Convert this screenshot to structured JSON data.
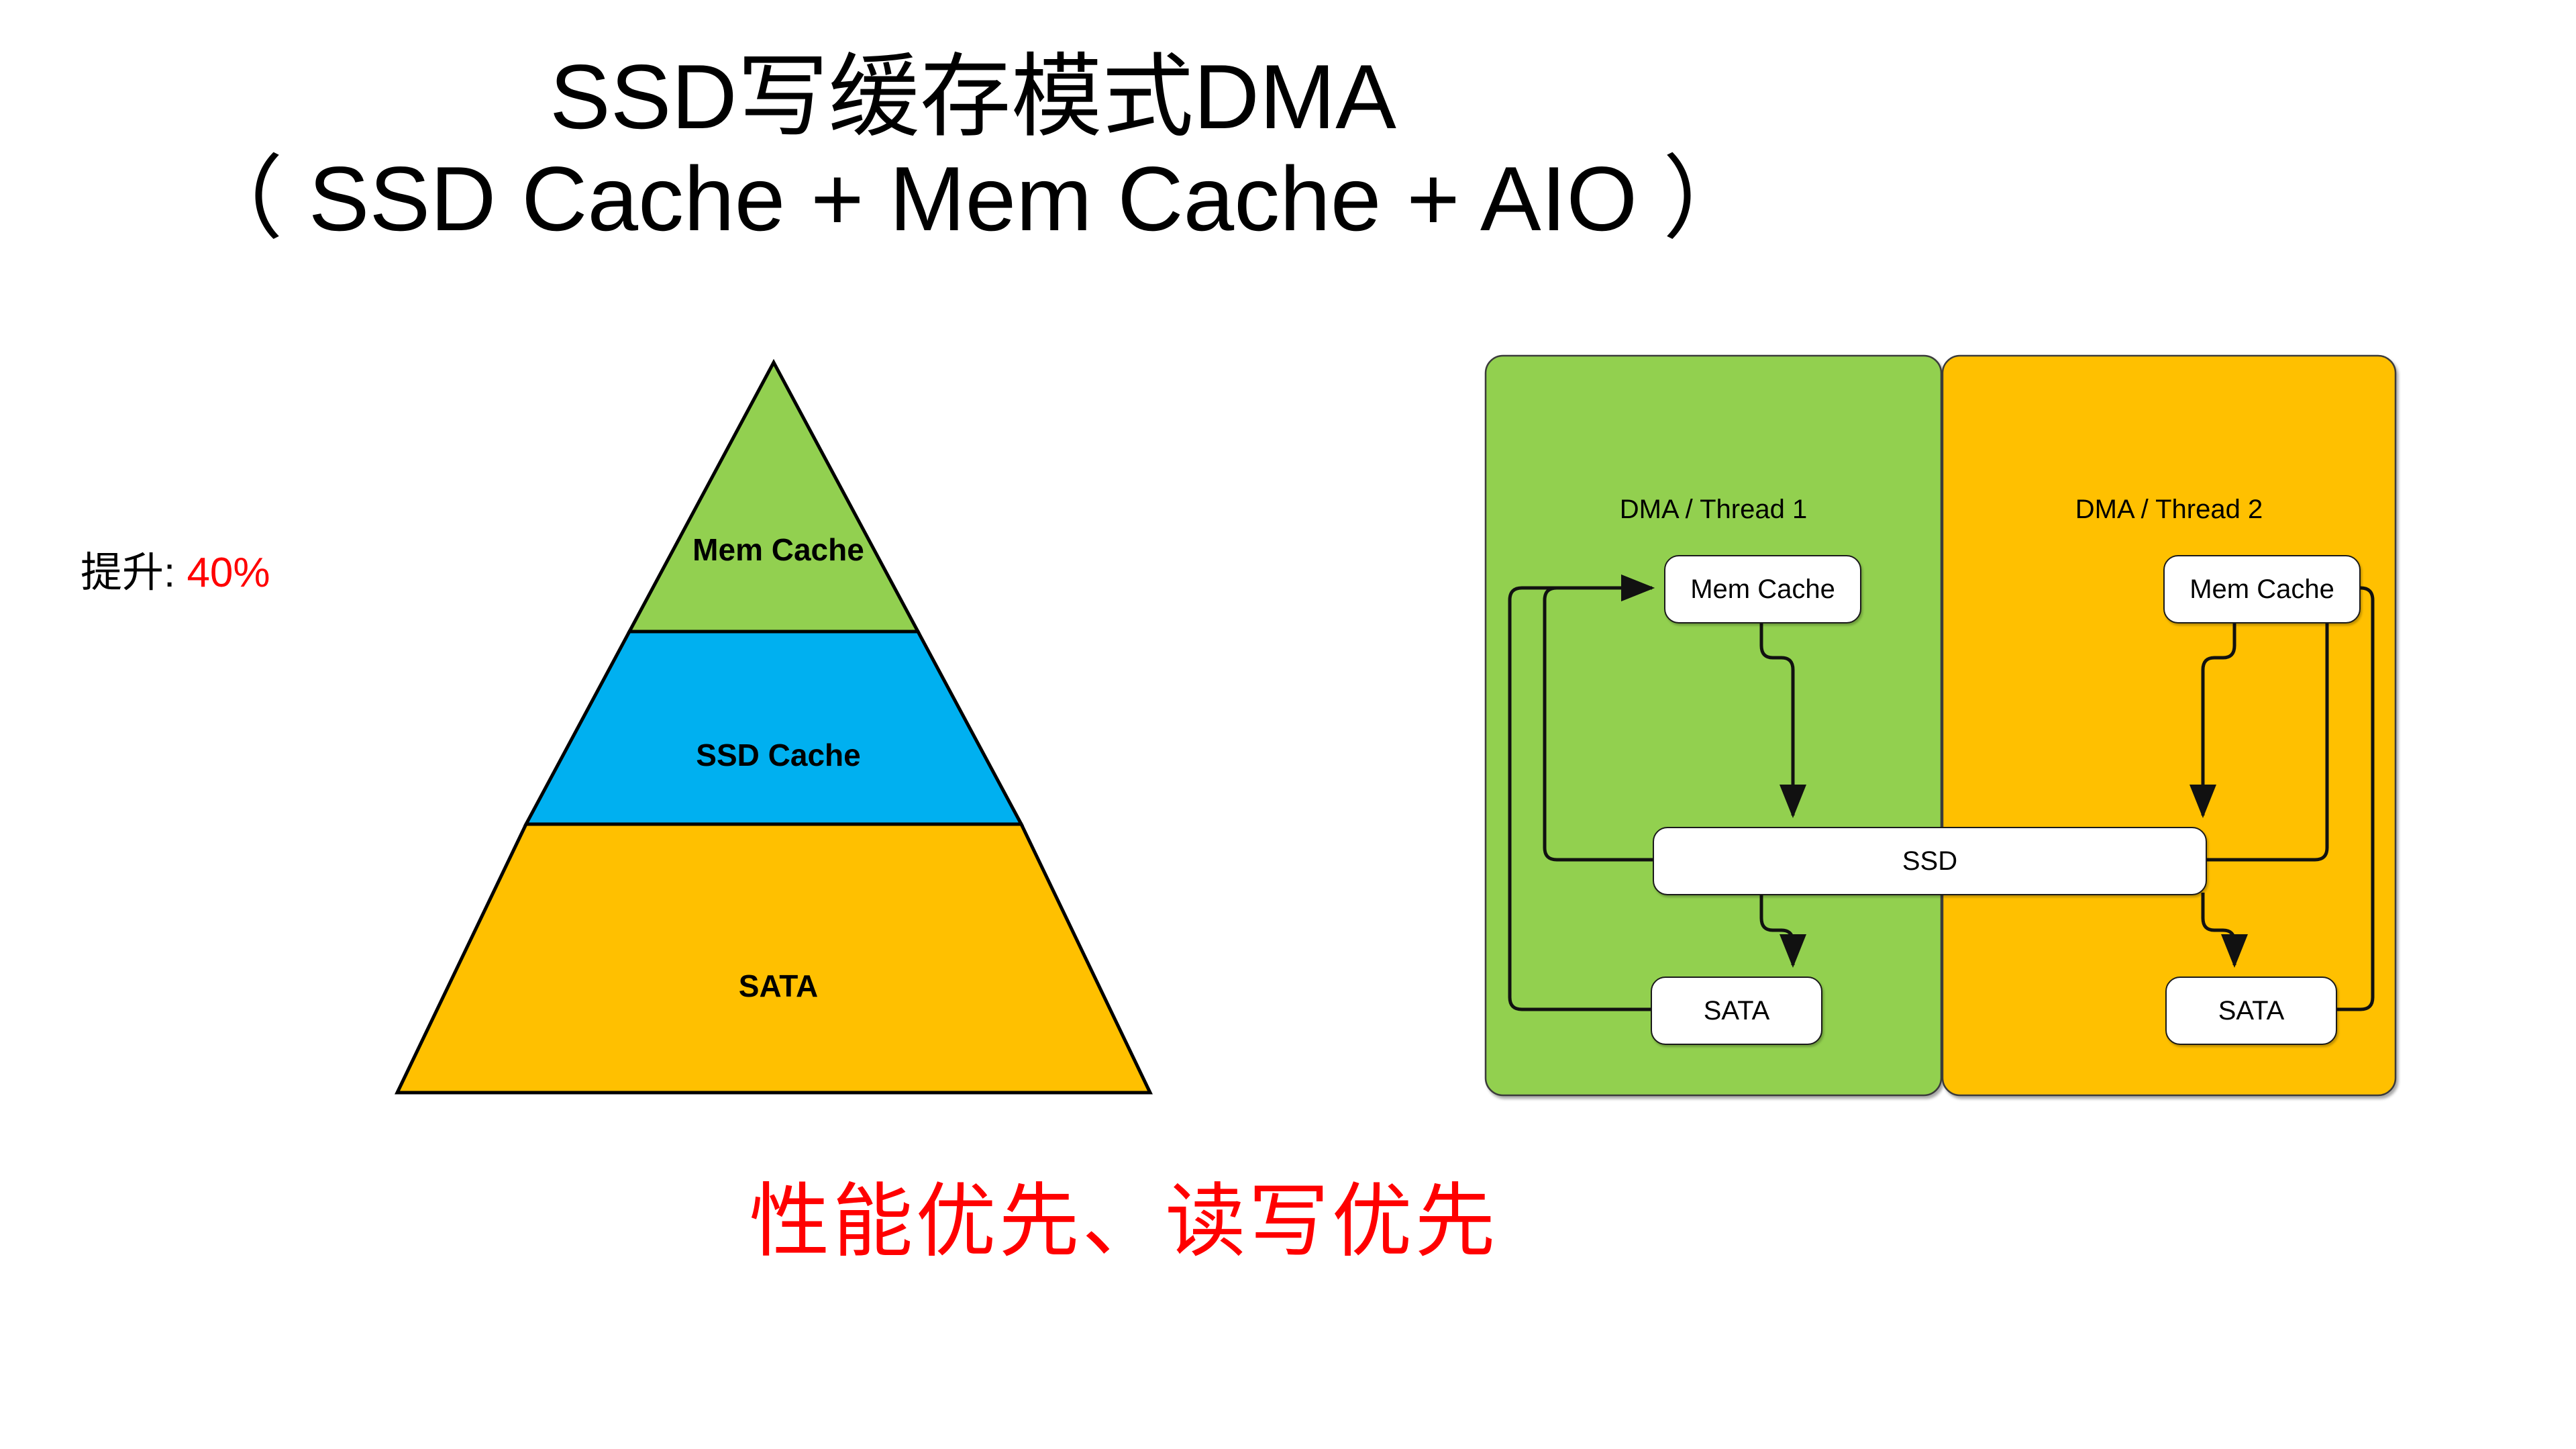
{
  "slide": {
    "title_line1": "SSD写缓存模式DMA",
    "title_line2": "（ SSD Cache + Mem Cache + AIO ）",
    "uplift_label": "提升: ",
    "uplift_value": "40%",
    "uplift_value_color": "#ff0000",
    "bottom_statement": "性能优先、读写优先",
    "bottom_statement_color": "#ff0000",
    "background": "#ffffff"
  },
  "pyramid": {
    "name": "storage-tier-pyramid",
    "layers": [
      {
        "label": "Mem Cache",
        "color": "#92d050",
        "order": 1
      },
      {
        "label": "SSD Cache",
        "color": "#00b0f0",
        "order": 2
      },
      {
        "label": "SATA",
        "color": "#ffc000",
        "order": 3
      }
    ],
    "outline_color": "#000000"
  },
  "diagram": {
    "name": "dma-thread-dataflow",
    "panels": [
      {
        "title": "DMA / Thread 1",
        "color": "#92d050",
        "side": "left"
      },
      {
        "title": "DMA / Thread 2",
        "color": "#ffc000",
        "side": "right"
      }
    ],
    "nodes": {
      "mem_cache_1": "Mem Cache",
      "sata_1": "SATA",
      "mem_cache_2": "Mem Cache",
      "sata_2": "SATA",
      "ssd_shared": "SSD"
    },
    "node_fill": "#ffffff",
    "node_border": "#1a1a1a",
    "arrow_color": "#000000",
    "flows": [
      {
        "from": "Mem Cache",
        "to": "SSD",
        "thread": 1
      },
      {
        "from": "SSD",
        "to": "SATA",
        "thread": 1
      },
      {
        "from": "SSD",
        "to": "Mem Cache",
        "thread": 1
      },
      {
        "from": "SATA",
        "to": "Mem Cache",
        "thread": 1
      },
      {
        "from": "Mem Cache",
        "to": "SSD",
        "thread": 2
      },
      {
        "from": "SSD",
        "to": "SATA",
        "thread": 2
      },
      {
        "from": "SSD",
        "to": "Mem Cache",
        "thread": 2
      },
      {
        "from": "SATA",
        "to": "Mem Cache",
        "thread": 2
      }
    ]
  }
}
